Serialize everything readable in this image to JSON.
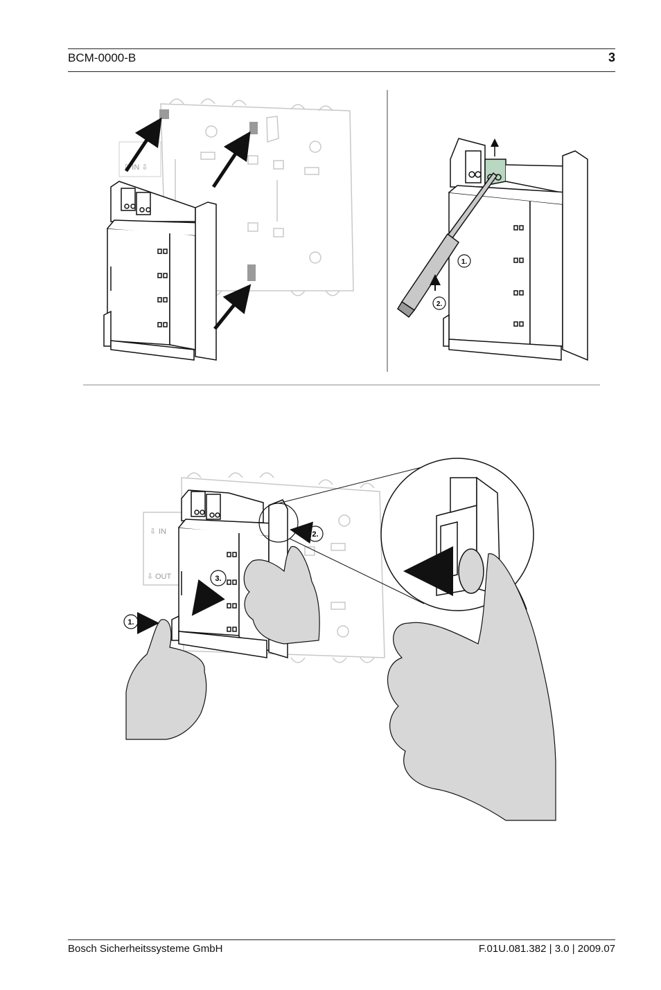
{
  "header": {
    "doc_title": "BCM-0000-B",
    "page_number": "3"
  },
  "footer": {
    "company": "Bosch Sicherheitssysteme GmbH",
    "doc_ref": "F.01U.081.382 | 3.0 | 2009.07"
  },
  "figure_top_right": {
    "step1": "1.",
    "step2": "2."
  },
  "figure_bottom": {
    "step1": "1.",
    "step2": "2.",
    "step3": "3.",
    "in_label": "IN",
    "out_label": "OUT"
  },
  "colors": {
    "terminal_green": "#b9d8c2",
    "hand_gray": "#d7d7d7",
    "rail_gray": "#c8c8c8"
  }
}
